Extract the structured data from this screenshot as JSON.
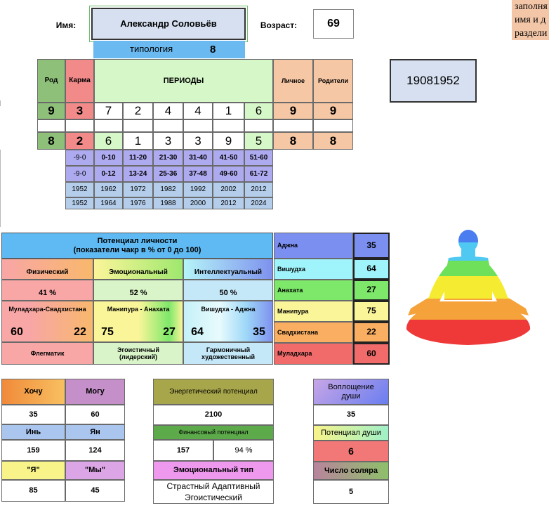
{
  "note": {
    "lines": [
      "заполня",
      "имя и д",
      "раздели"
    ]
  },
  "header": {
    "name_label": "Имя:",
    "name_value": "Александр Соловьёв",
    "age_label": "Возраст:",
    "age_value": "69",
    "typology_label": "типология",
    "typology_value": "8",
    "date_code": "19081952"
  },
  "periods_table": {
    "headers": {
      "rod": "Род",
      "karma": "Карма",
      "periods": "ПЕРИОДЫ",
      "personal": "Личное",
      "parents": "Родители"
    },
    "row1": [
      "9",
      "3",
      "7",
      "2",
      "4",
      "4",
      "1",
      "6",
      "9",
      "9"
    ],
    "row2": [
      "8",
      "2",
      "6",
      "1",
      "3",
      "3",
      "9",
      "5",
      "8",
      "8"
    ],
    "ages1": [
      "-9-0",
      "0-10",
      "11-20",
      "21-30",
      "31-40",
      "41-50",
      "51-60"
    ],
    "ages2": [
      "-9-0",
      "0-12",
      "13-24",
      "25-36",
      "37-48",
      "49-60",
      "61-72"
    ],
    "years1": [
      "1952",
      "1962",
      "1972",
      "1982",
      "1992",
      "2002",
      "2012"
    ],
    "years2": [
      "1952",
      "1964",
      "1976",
      "1988",
      "2000",
      "2012",
      "2024"
    ]
  },
  "potential": {
    "title": "Потенциал личности\n(показатели чакр в % от 0 до 100)",
    "physical": "Физический",
    "emotional": "Эмоциональный",
    "intellectual": "Интеллектуальный",
    "physical_pct": "41 %",
    "emotional_pct": "52 %",
    "intellectual_pct": "50 %",
    "pair1_label": "Муладхара-Свадхистана",
    "pair2_label": "Манипура - Анахата",
    "pair3_label": "Вишудха - Аджна",
    "pair1_a": "60",
    "pair1_b": "22",
    "pair2_a": "75",
    "pair2_b": "27",
    "pair3_a": "64",
    "pair3_b": "35",
    "type1": "Флегматик",
    "type2": "Эгоистичный\n(лидерский)",
    "type3": "Гармоничный\nхудожественный"
  },
  "chakras": [
    {
      "name": "Аджна",
      "value": "35",
      "color": "#7b8ff0"
    },
    {
      "name": "Вишудха",
      "value": "64",
      "color": "#9ff4fb"
    },
    {
      "name": "Анахата",
      "value": "27",
      "color": "#7ee86a"
    },
    {
      "name": "Манипура",
      "value": "75",
      "color": "#fbf59a"
    },
    {
      "name": "Свадхистана",
      "value": "22",
      "color": "#f9ae62"
    },
    {
      "name": "Муладхара",
      "value": "60",
      "color": "#f26b6b"
    }
  ],
  "bottom_left": {
    "want_label": "Хочу",
    "can_label": "Могу",
    "want": "35",
    "can": "60",
    "yin_label": "Инь",
    "yang_label": "Ян",
    "yin": "159",
    "yang": "124",
    "ya_label": "\"Я\"",
    "my_label": "\"Мы\"",
    "ya": "85",
    "my": "45"
  },
  "bottom_mid": {
    "energy_label": "Энергетический потенциал",
    "energy": "2100",
    "finance_label": "Финансовый потенциал",
    "finance": "157",
    "finance_pct": "94 %",
    "emotional_type_label": "Эмоциональный тип",
    "emotional_type": "Страстный Адаптивный\nЭгоистический"
  },
  "bottom_right": {
    "embodiment_label": "Воплощение\nдуши",
    "embodiment": "35",
    "soul_label": "Потенциал души",
    "soul": "6",
    "solar_label": "Число соляра",
    "solar": "5"
  }
}
